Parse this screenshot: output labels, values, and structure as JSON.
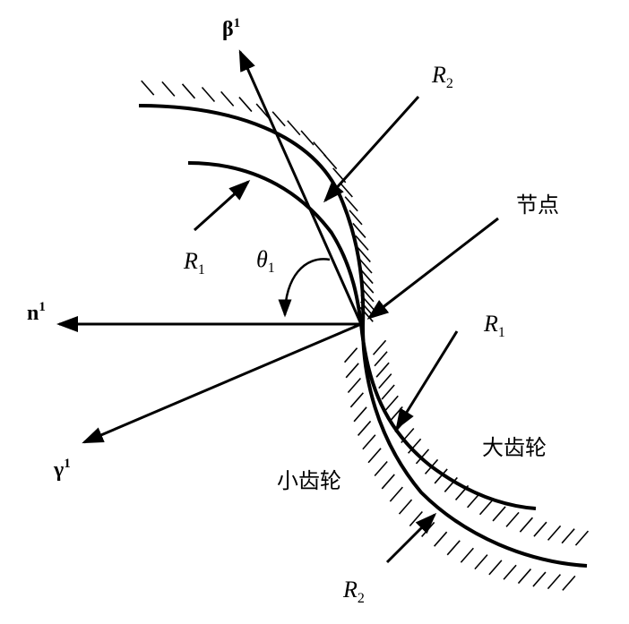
{
  "labels": {
    "beta": "β",
    "n": "n",
    "gamma": "γ",
    "superscript": "1",
    "r_letter": "R",
    "sub_1": "1",
    "sub_2": "2",
    "theta": "θ",
    "pitch_point": "节点",
    "large_gear": "大齿轮",
    "small_gear": "小齿轮"
  },
  "colors": {
    "ink": "#000000",
    "background": "#ffffff"
  }
}
